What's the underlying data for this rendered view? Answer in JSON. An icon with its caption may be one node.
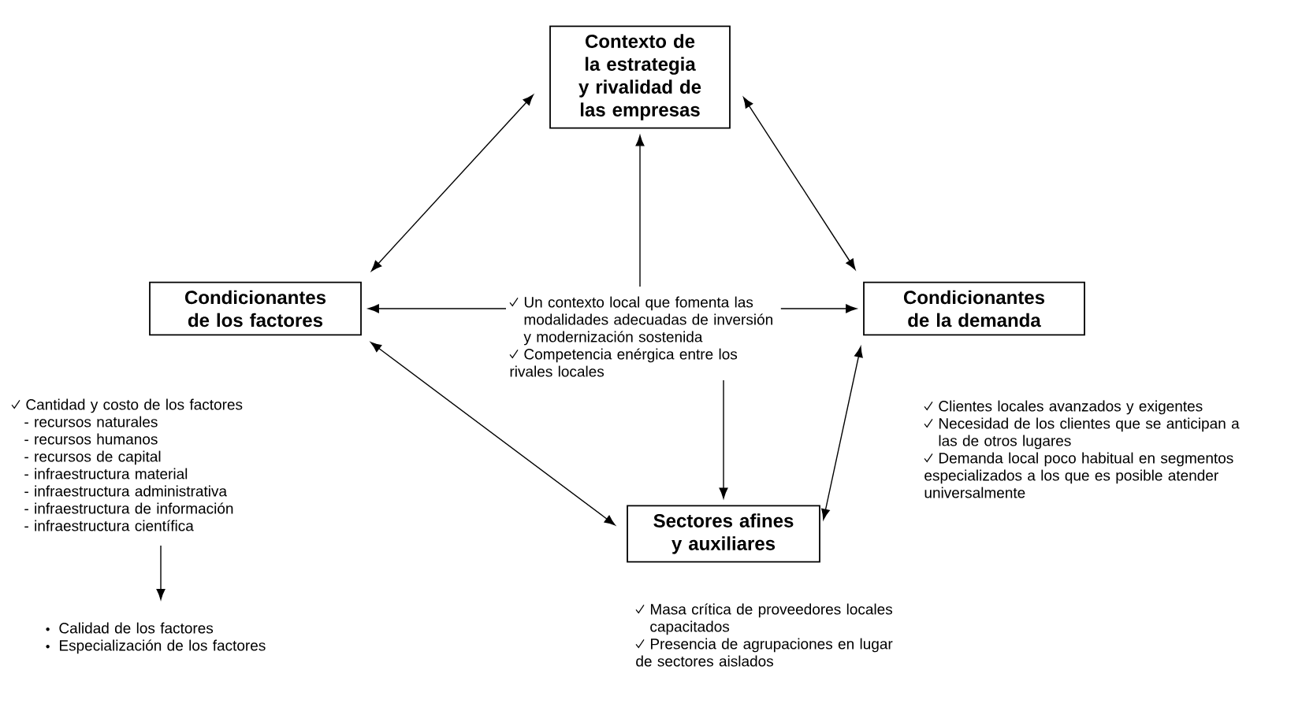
{
  "diagram": {
    "nodes": [
      {
        "text": [
          "Contexto de la estrategia y rivalidad de las empresas"
        ]
      },
      {
        "text": [
          "Condicionantes de los factores"
        ]
      },
      {
        "text": [
          "Condicionantes de la demanda"
        ],
        "beside": [
          "Clientes locales avanzados y exigentes",
          "Necesidad de los clientes que se anticipan a las de otros lugares",
          "Demanda local poco habitual en segmentos especializados a los que es posible atender universalmente"
        ]
      },
      {
        "text": [
          "Sectores afines y auxiliares"
        ],
        "beside": [
          "Masa crítica de proveedores locales capacitados",
          "Presencia de agrupaciones en lugar de sectores aislados"
        ]
      },
      {
        "text": [
          "Un contexto local que fomenta las modalidades adecuadas de inversión y modernización sostenida",
          "Competencia enérgica entre los rivales locales"
        ]
      },
      {
        "text": [
          "Cantidad y costo de los factores",
          "- recursos naturales",
          "- recursos humanos",
          "- recursos de capital",
          "- infraestructura material",
          "- infraestructura administrativa",
          "- infraestructura de información",
          "- infraestructura científica"
        ]
      },
      {
        "text": [
          "Calidad de los factores",
          "Especialización de los factores"
        ]
      }
    ],
    "edges": [
      {
        "from": 0,
        "to": 1,
        "arrow": "both"
      },
      {
        "from": 0,
        "to": 2,
        "arrow": "both"
      },
      {
        "from": 1,
        "to": 3,
        "arrow": "both"
      },
      {
        "from": 2,
        "to": 3,
        "arrow": "both"
      },
      {
        "from": 4,
        "to": 0,
        "arrow": "to"
      },
      {
        "from": 4,
        "to": 1,
        "arrow": "to"
      },
      {
        "from": 4,
        "to": 2,
        "arrow": "to"
      },
      {
        "from": 4,
        "to": 3,
        "arrow": "to"
      },
      {
        "from": 5,
        "to": 6,
        "arrow": "to"
      }
    ]
  }
}
